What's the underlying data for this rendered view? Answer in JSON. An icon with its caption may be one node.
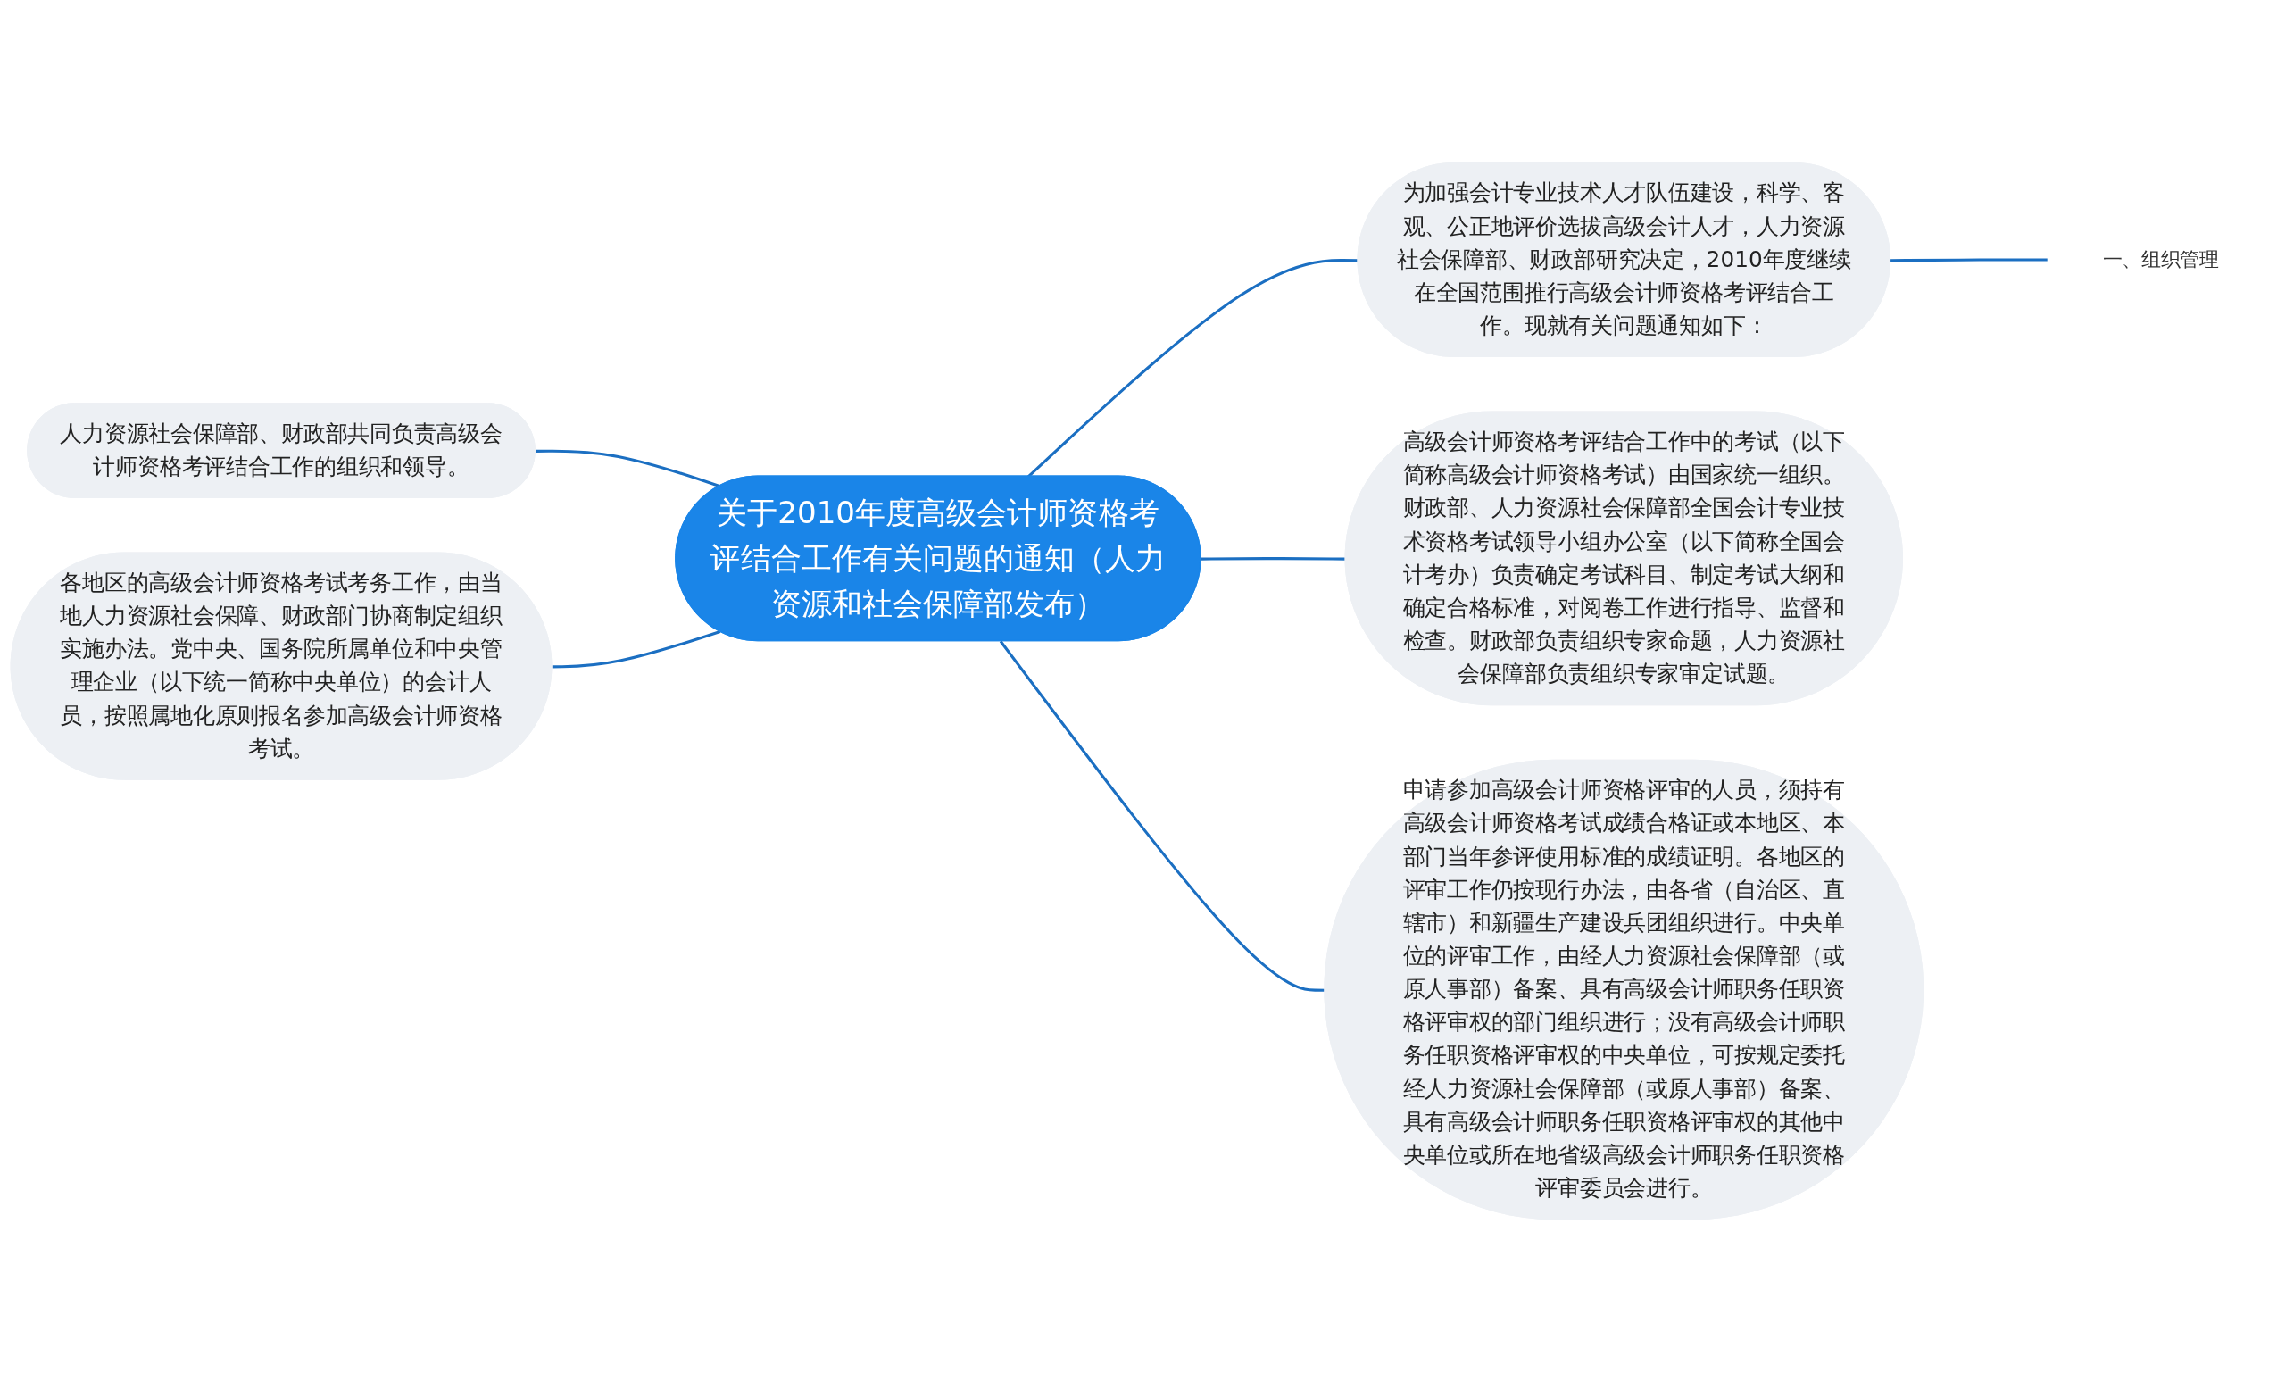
{
  "diagram": {
    "nodes": [
      {
        "text": [
          "关于2010年度高级会计师资格考评结合工作有关问题的通知（人力资源和社会保障部发布）"
        ]
      },
      {
        "text": [
          "为加强会计专业技术人才队伍建设，科学、客观、公正地评价选拔高级会计人才，人力资源社会保障部、财政部研究决定，2010年度继续在全国范围推行高级会计师资格考评结合工作。现就有关问题通知如下："
        ]
      },
      {
        "text": [
          "一、组织管理"
        ]
      },
      {
        "text": [
          "高级会计师资格考评结合工作中的考试（以下简称高级会计师资格考试）由国家统一组织。财政部、人力资源社会保障部全国会计专业技术资格考试领导小组办公室（以下简称全国会计考办）负责确定考试科目、制定考试大纲和确定合格标准，对阅卷工作进行指导、监督和检查。财政部负责组织专家命题，人力资源社会保障部负责组织专家审定试题。"
        ]
      },
      {
        "text": [
          "申请参加高级会计师资格评审的人员，须持有高级会计师资格考试成绩合格证或本地区、本部门当年参评使用标准的成绩证明。各地区的评审工作仍按现行办法，由各省（自治区、直辖市）和新疆生产建设兵团组织进行。中央单位的评审工作，由经人力资源社会保障部（或原人事部）备案、具有高级会计师职务任职资格评审权的部门组织进行；没有高级会计师职务任职资格评审权的中央单位，可按规定委托经人力资源社会保障部（或原人事部）备案、具有高级会计师职务任职资格评审权的其他中央单位或所在地省级高级会计师职务任职资格评审委员会进行。"
        ]
      },
      {
        "text": [
          "人力资源社会保障部、财政部共同负责高级会计师资格考评结合工作的组织和领导。"
        ]
      },
      {
        "text": [
          "各地区的高级会计师资格考试考务工作，由当地人力资源社会保障、财政部门协商制定组织实施办法。党中央、国务院所属单位和中央管理企业（以下统一简称中央单位）的会计人员，按照属地化原则报名参加高级会计师资格考试。"
        ]
      }
    ],
    "edges": [
      {
        "from": 0,
        "to": 1,
        "arrow": "none"
      },
      {
        "from": 1,
        "to": 2,
        "arrow": "none"
      },
      {
        "from": 0,
        "to": 3,
        "arrow": "none"
      },
      {
        "from": 0,
        "to": 4,
        "arrow": "none"
      },
      {
        "from": 5,
        "to": 0,
        "arrow": "none"
      },
      {
        "from": 6,
        "to": 0,
        "arrow": "none"
      }
    ]
  }
}
